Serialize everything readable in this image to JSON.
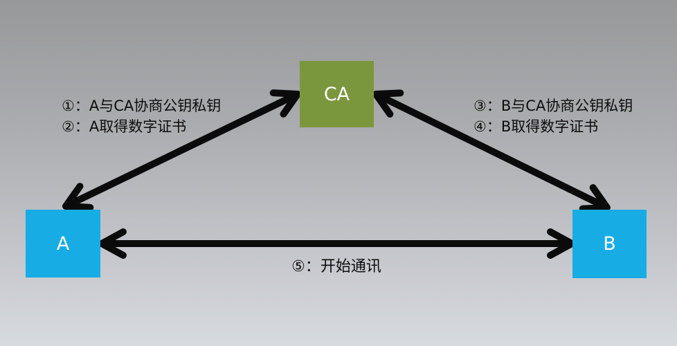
{
  "diagram": {
    "type": "network-trust-diagram",
    "nodes": [
      {
        "id": "ca",
        "label": "CA",
        "color": "#7B973E",
        "text_color": "#ffffff"
      },
      {
        "id": "a",
        "label": "A",
        "color": "#18ACE5",
        "text_color": "#ffffff"
      },
      {
        "id": "b",
        "label": "B",
        "color": "#18ACE5",
        "text_color": "#ffffff"
      }
    ],
    "edges": [
      {
        "from": "A",
        "to": "CA",
        "direction": "bidirectional"
      },
      {
        "from": "B",
        "to": "CA",
        "direction": "bidirectional"
      },
      {
        "from": "A",
        "to": "B",
        "direction": "bidirectional"
      }
    ],
    "labels": {
      "step1": "①：A与CA协商公钥私钥",
      "step2": "②：A取得数字证书",
      "step3": "③：B与CA协商公钥私钥",
      "step4": "④：B取得数字证书",
      "step5": "⑤：开始通讯"
    },
    "colors": {
      "arrow": "#0b0b0b",
      "annotation_text": "#0d0d0d",
      "background_top": "#97989a",
      "background_bottom": "#d7dadf"
    }
  }
}
